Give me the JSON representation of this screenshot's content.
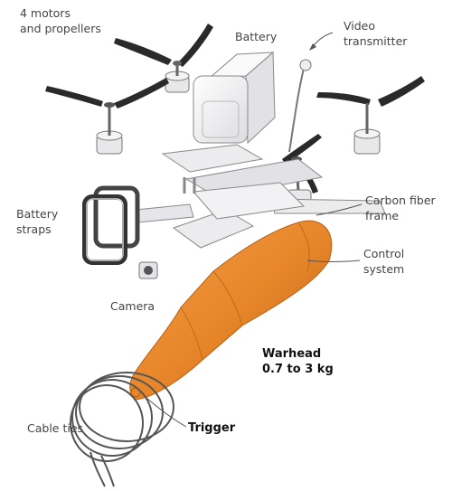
{
  "diagram": {
    "labels": {
      "motors": [
        "4 motors",
        "and propellers"
      ],
      "battery": "Battery",
      "video": [
        "Video",
        "transmitter"
      ],
      "carbon": [
        "Carbon fiber",
        "frame"
      ],
      "straps": [
        "Battery",
        "straps"
      ],
      "control": [
        "Control",
        "system"
      ],
      "camera": "Camera",
      "warhead": [
        "Warhead",
        "0.7 to 3 kg"
      ],
      "cableties": "Cable ties",
      "trigger": "Trigger"
    },
    "colors": {
      "warhead": "#e8862a",
      "warhead_dark": "#b85f12",
      "frame": "#ececee",
      "outline": "#555555",
      "propeller": "#2a2a2a"
    }
  }
}
